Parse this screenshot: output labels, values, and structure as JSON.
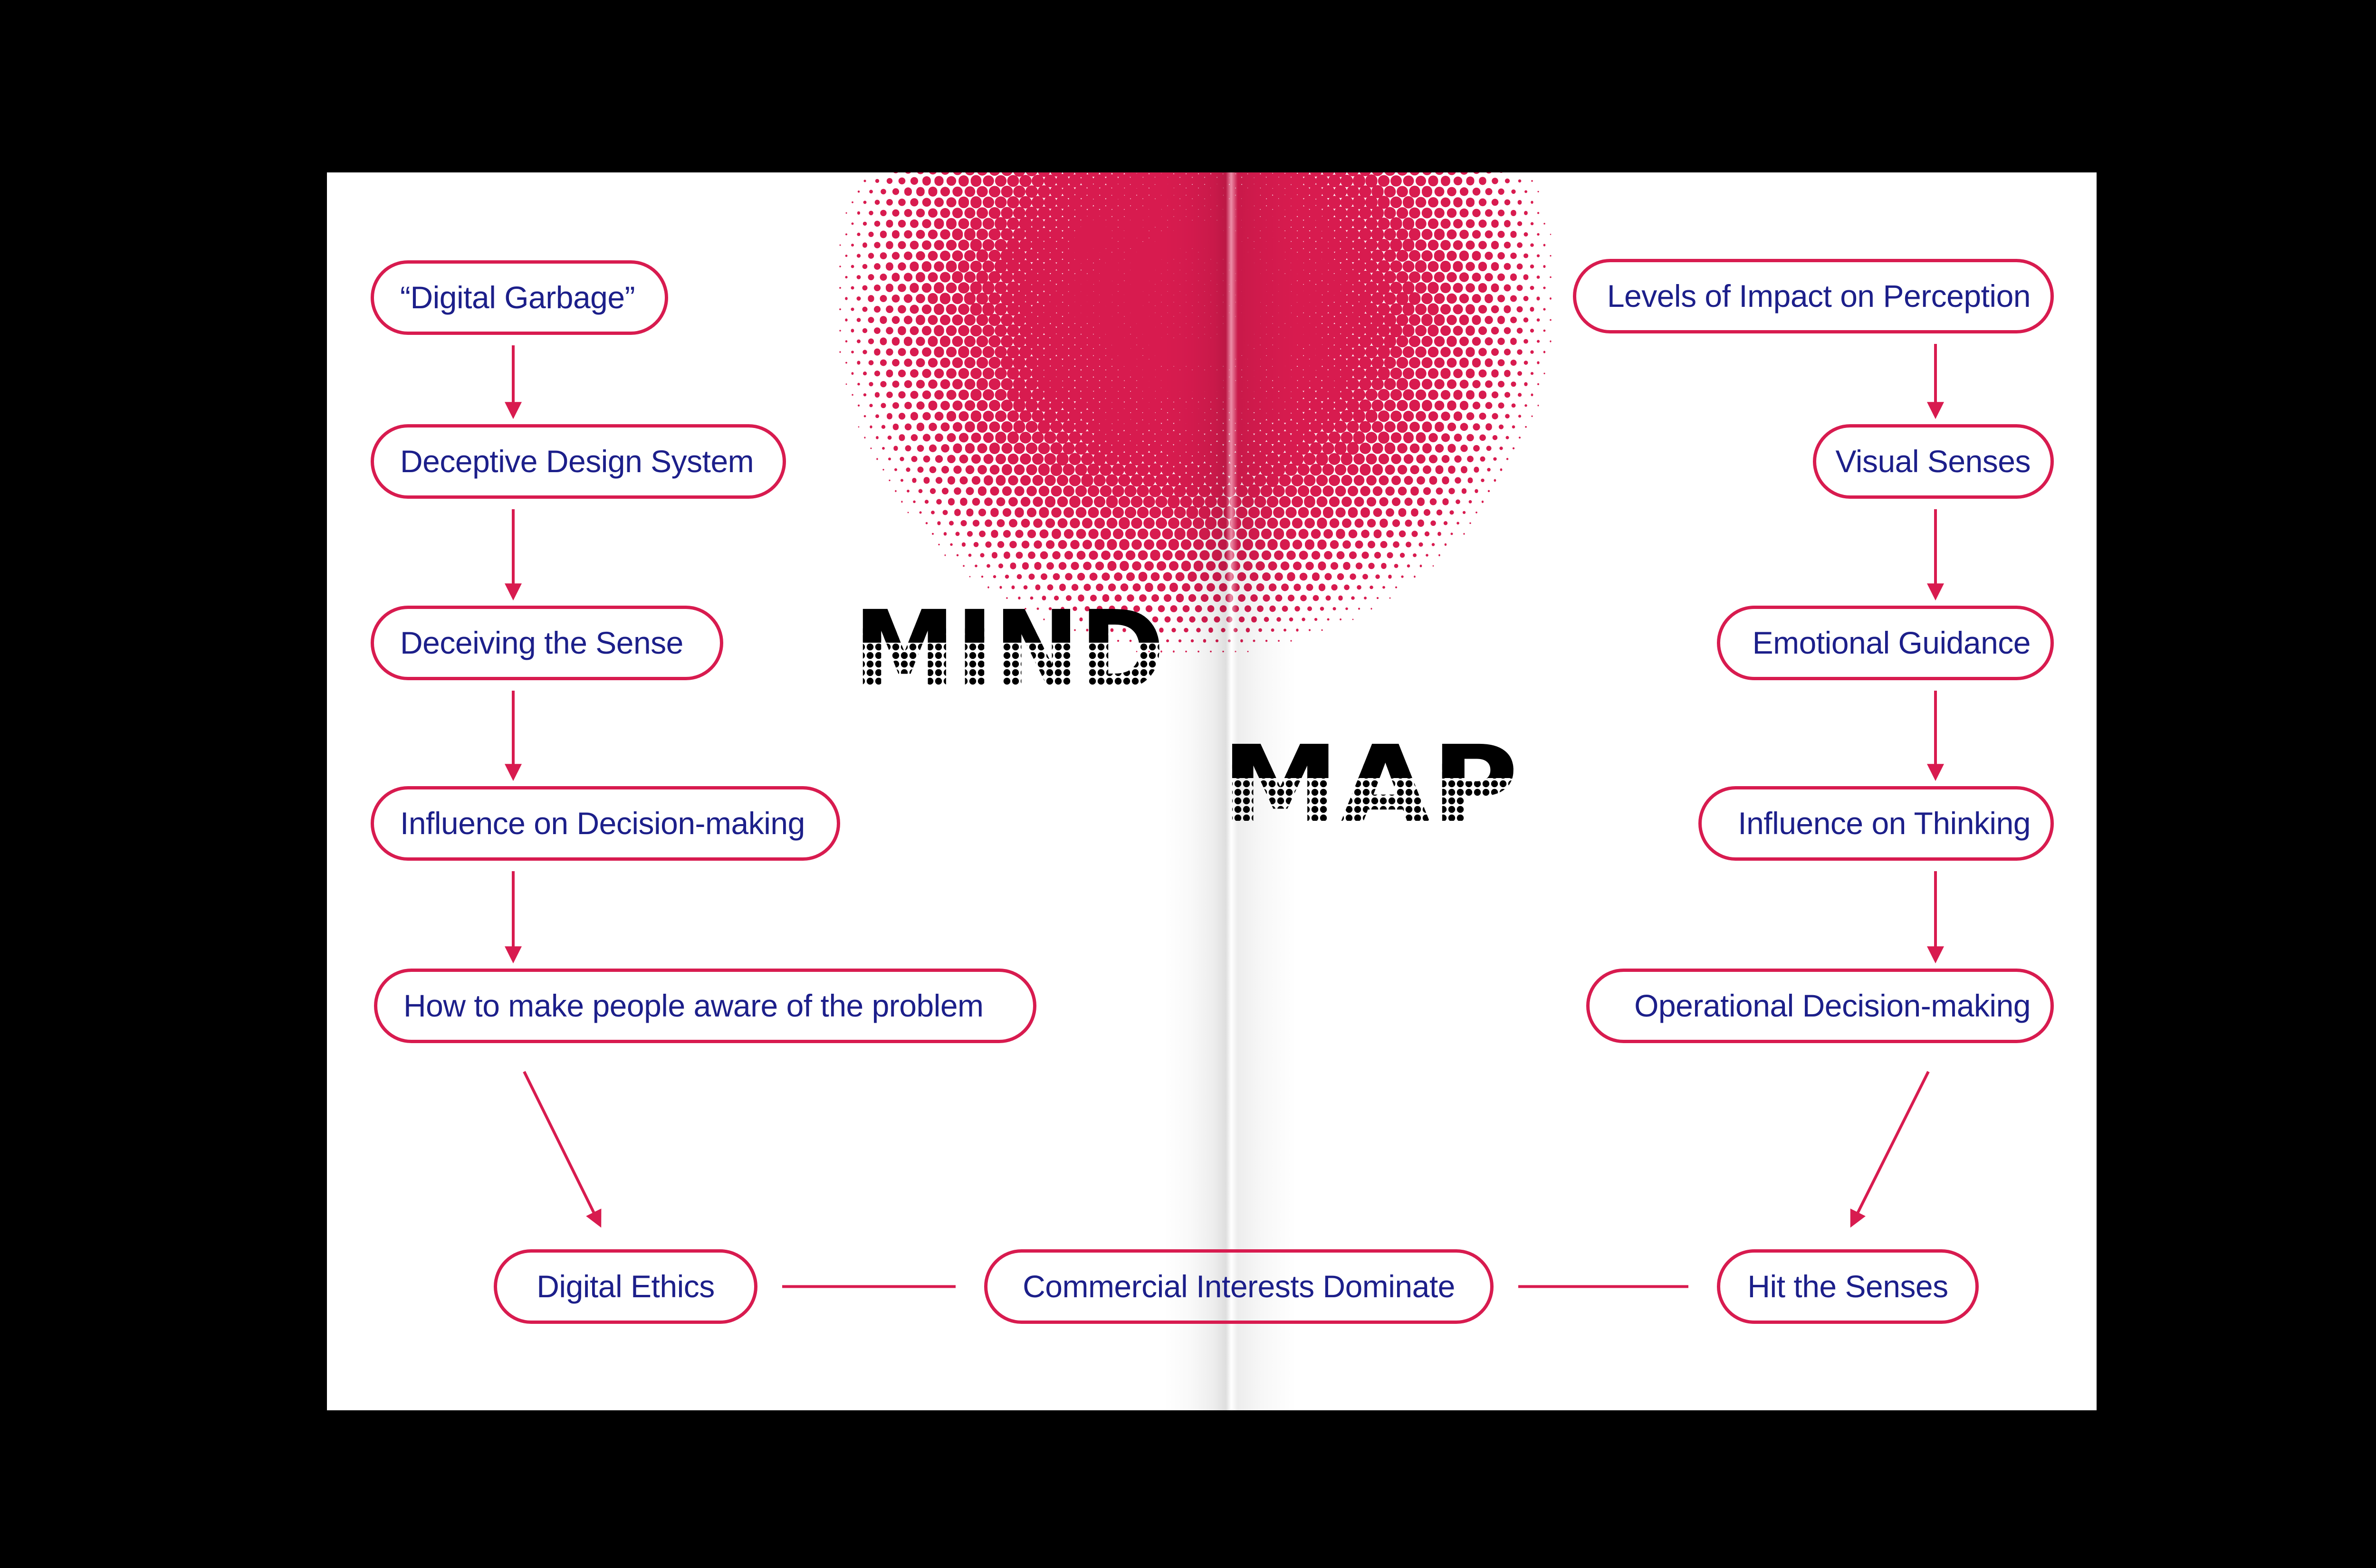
{
  "title": {
    "line1": "MIND",
    "line2": "MAP"
  },
  "colors": {
    "accent": "#d81b4f",
    "node_text": "#1c1f8a",
    "title": "#000000",
    "background": "#000000",
    "page": "#ffffff"
  },
  "nodes": {
    "digital_garbage": "“Digital Garbage”",
    "deceptive_design_system": "Deceptive Design System",
    "deceiving_the_sense": "Deceiving the Sense",
    "influence_on_decision_making": "Influence on Decision-making",
    "make_people_aware": "How to make people aware of the problem",
    "levels_of_impact": "Levels of Impact on Perception",
    "visual_senses": "Visual Senses",
    "emotional_guidance": "Emotional Guidance",
    "influence_on_thinking": "Influence on Thinking",
    "operational_decision_making": "Operational Decision-making",
    "digital_ethics": "Digital Ethics",
    "commercial_interests": "Commercial Interests Dominate",
    "hit_the_senses": "Hit the Senses"
  },
  "edges": [
    {
      "from": "digital_garbage",
      "to": "deceptive_design_system",
      "arrow": true
    },
    {
      "from": "deceptive_design_system",
      "to": "deceiving_the_sense",
      "arrow": true
    },
    {
      "from": "deceiving_the_sense",
      "to": "influence_on_decision_making",
      "arrow": true
    },
    {
      "from": "influence_on_decision_making",
      "to": "make_people_aware",
      "arrow": true
    },
    {
      "from": "make_people_aware",
      "to": "digital_ethics",
      "arrow": true
    },
    {
      "from": "levels_of_impact",
      "to": "visual_senses",
      "arrow": true
    },
    {
      "from": "visual_senses",
      "to": "emotional_guidance",
      "arrow": true
    },
    {
      "from": "emotional_guidance",
      "to": "influence_on_thinking",
      "arrow": true
    },
    {
      "from": "influence_on_thinking",
      "to": "operational_decision_making",
      "arrow": true
    },
    {
      "from": "operational_decision_making",
      "to": "hit_the_senses",
      "arrow": true
    },
    {
      "from": "digital_ethics",
      "to": "commercial_interests",
      "arrow": false
    },
    {
      "from": "commercial_interests",
      "to": "hit_the_senses",
      "arrow": false
    }
  ]
}
